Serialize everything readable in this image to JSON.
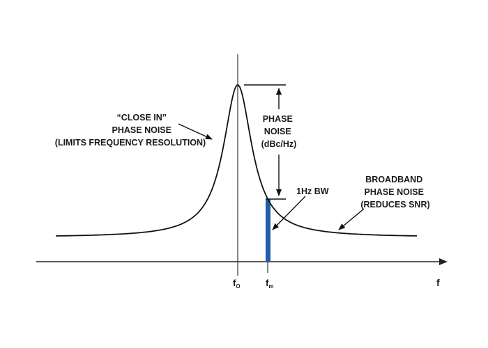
{
  "annotations": {
    "close_in": [
      "“CLOSE IN”",
      "PHASE NOISE",
      "(LIMITS FREQUENCY RESOLUTION)"
    ],
    "phase_noise": [
      "PHASE",
      "NOISE",
      "(dBc/Hz)"
    ],
    "bandwidth": "1Hz BW",
    "broadband": [
      "BROADBAND",
      "PHASE NOISE",
      "(REDUCES SNR)"
    ]
  },
  "axis": {
    "f0_main": "f",
    "f0_sub": "O",
    "fm_main": "f",
    "fm_sub": "m",
    "f_axis": "f"
  },
  "colors": {
    "curve": "#111111",
    "bandwidth_bar": "#1f5fa8",
    "axis": "#222222"
  }
}
